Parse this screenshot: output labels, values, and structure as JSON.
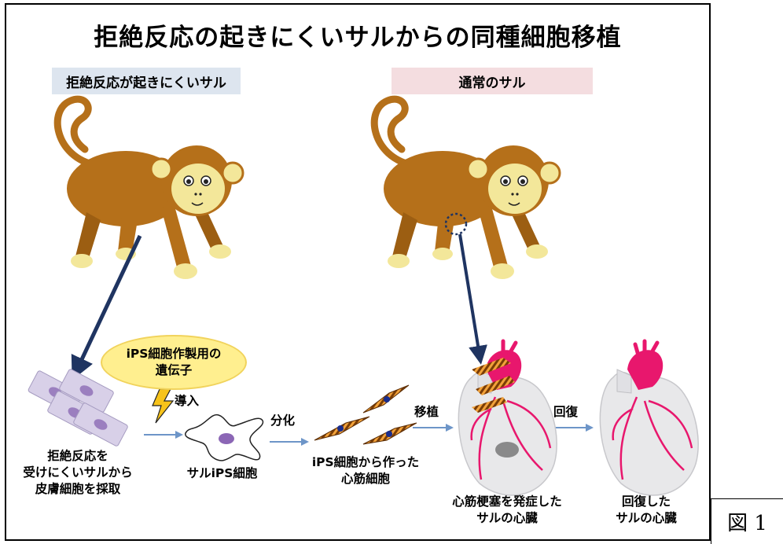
{
  "title": "拒絶反応の起きにくいサルからの同種細胞移植",
  "labels": {
    "left_monkey": "拒絶反応が起きにくいサル",
    "right_monkey": "通常のサル"
  },
  "gene_bubble": "iPS細胞作製用の\n遺伝子",
  "steps": {
    "introduce": "導入",
    "differentiate": "分化",
    "transplant": "移植",
    "recover": "回復"
  },
  "captions": {
    "skin_cells": "拒絶反応を\n受けにくいサルから\n皮膚細胞を採取",
    "ips_cell": "サルiPS細胞",
    "cardiomyocytes": "iPS細胞から作った\n心筋細胞",
    "infarct_heart": "心筋梗塞を発症した\nサルの心臓",
    "recovered_heart": "回復した\nサルの心臓"
  },
  "figure_label": "図 1",
  "colors": {
    "monkey_brown": "#b5701a",
    "monkey_face": "#f3e79a",
    "arrow_navy": "#1f3461",
    "arrow_blue": "#6d95c8",
    "artery_pink": "#e8176d",
    "cell_lavender": "#d8d0e8",
    "cardio_orange": "#c96a12",
    "bolt_yellow": "#f7c31a"
  }
}
